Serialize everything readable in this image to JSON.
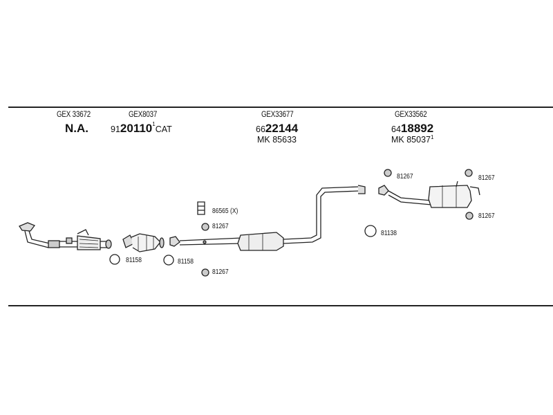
{
  "groups": [
    {
      "code": "GEX 33672",
      "primary": "N.A."
    },
    {
      "code": "GEX8037",
      "prefix": "91",
      "number": "20110",
      "sup": "1",
      "suffix": "CAT"
    },
    {
      "code": "GEX33677",
      "prefix": "66",
      "number": "22144",
      "mk": "MK  85633"
    },
    {
      "code": "GEX33562",
      "prefix": "64",
      "number": "18892",
      "mk": "MK  85037",
      "mk_sup": "1"
    }
  ],
  "part_labels": {
    "p86565": "86565 (X)",
    "p81267_a": "81267",
    "p81267_b": "81267",
    "p81267_c": "81267",
    "p81267_d": "81267",
    "p81267_e": "81267",
    "p81158_a": "81158",
    "p81158_b": "81158",
    "p81138": "81138"
  }
}
